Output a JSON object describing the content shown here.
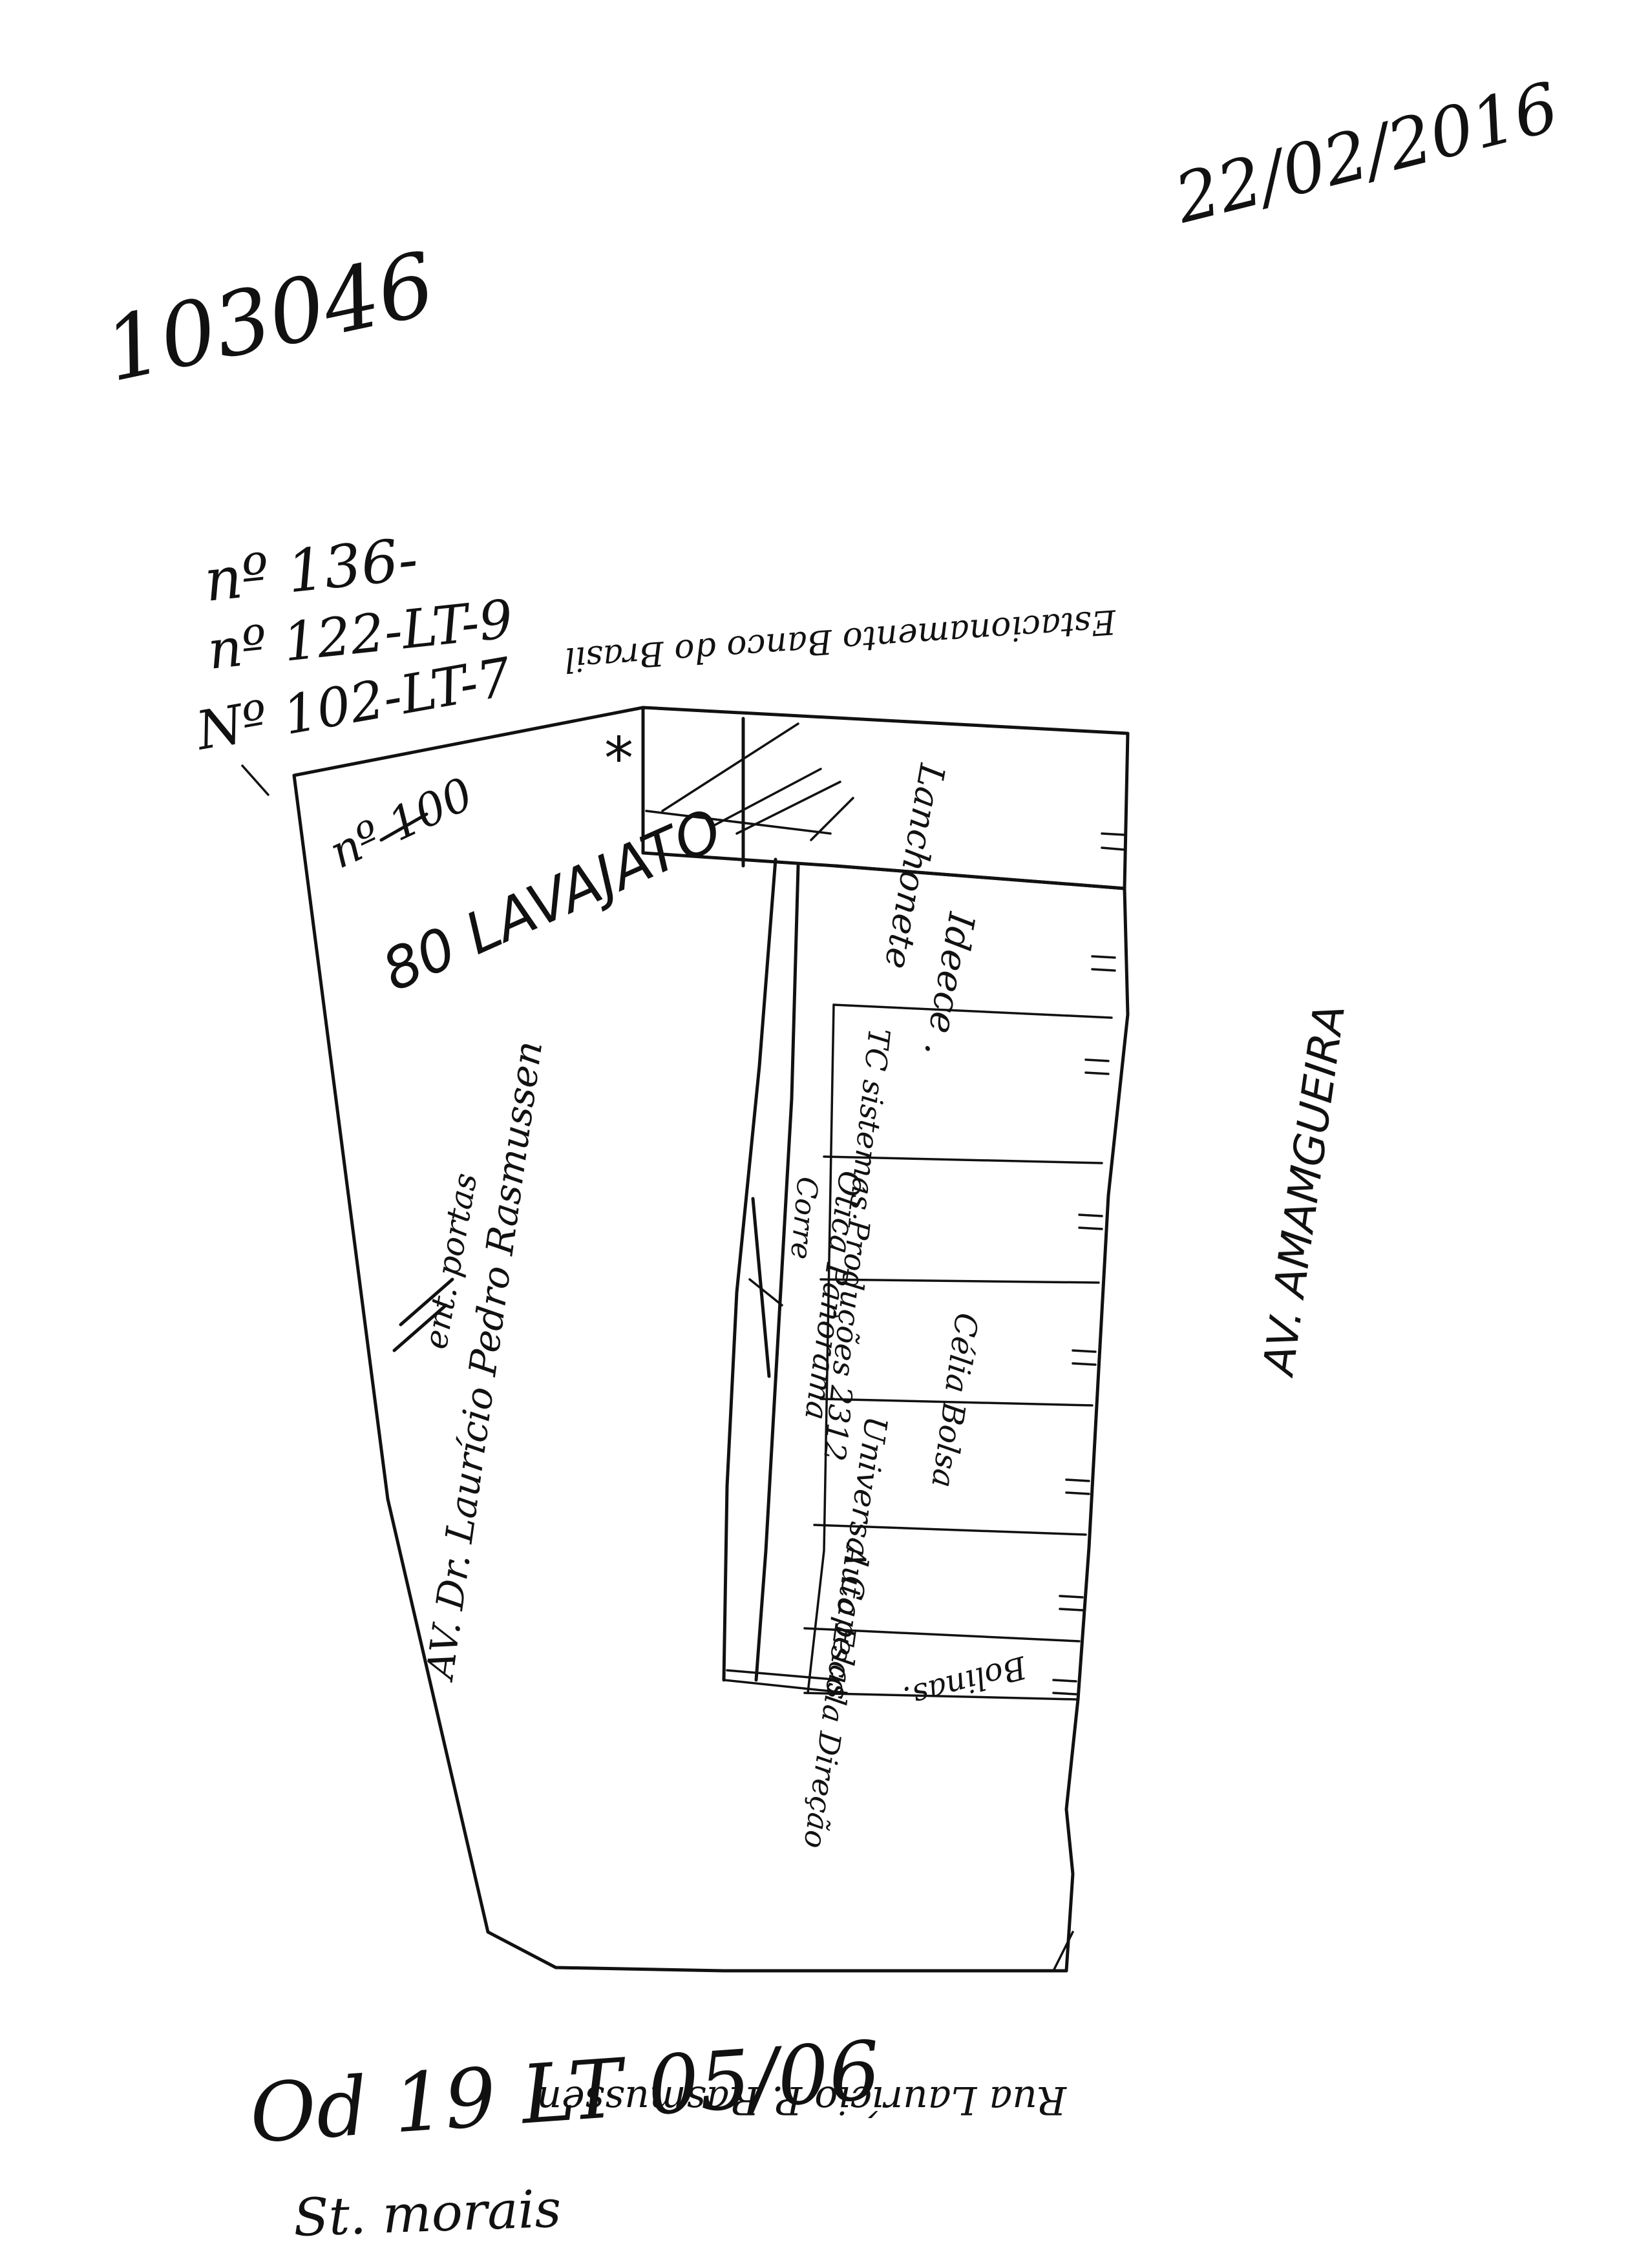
{
  "header": {
    "ref_number": "103046",
    "date": "22/02/2016"
  },
  "lot_refs": [
    "nº 136-",
    "nº 122-LT-9",
    "Nº 102-LT-7"
  ],
  "lot_labels": {
    "crossed_number": "nº 100",
    "main_lot": "80 LAVAJATO",
    "asterisk": "*"
  },
  "streets": {
    "top": "Estacionamento Banco do Brasil",
    "left": "AV. Dr. Laurício Pedro Rasmussen",
    "right": "AV. AMAMGUEIRA",
    "bottom": "Rua Laurício P. Rasmussen"
  },
  "shops": [
    {
      "label": "Lanchonete"
    },
    {
      "label": "Ideece ."
    },
    {
      "label": "TC sistemas Produções 2312"
    },
    {
      "label": "Ótica Panorama"
    },
    {
      "label": "Célia Bolsa"
    },
    {
      "label": "Universal Capelas"
    },
    {
      "label": "Auto Escola Direção"
    },
    {
      "label": "Bolinas."
    }
  ],
  "annotations": {
    "entrance": "ent. portas",
    "corridor": "Corre"
  },
  "footer": {
    "code": "Od 19 LT 05/06",
    "signature": "St. morais"
  }
}
